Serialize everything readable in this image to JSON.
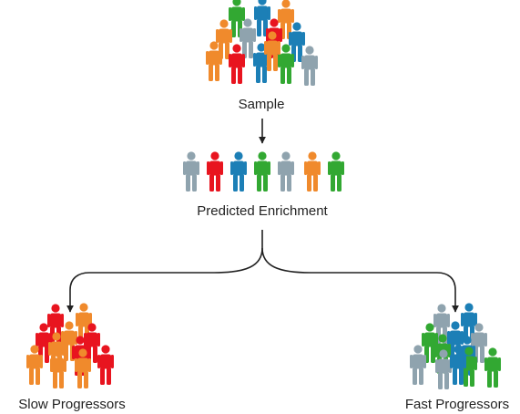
{
  "labels": {
    "sample": "Sample",
    "predicted_enrichment": "Predicted Enrichment",
    "slow_progressors": "Slow Progressors",
    "fast_progressors": "Fast Progressors"
  },
  "colors": {
    "red": "#e8141f",
    "orange": "#f08a2c",
    "blue": "#1c7fb6",
    "green": "#32a832",
    "gray": "#8fa3ae",
    "arrow": "#222222"
  },
  "groups": {
    "sample": [
      "green",
      "blue",
      "orange",
      "orange",
      "gray",
      "red",
      "blue",
      "orange",
      "red",
      "blue",
      "green",
      "gray",
      "orange"
    ],
    "predicted_enrichment": [
      "gray",
      "red",
      "blue",
      "green",
      "gray",
      "orange",
      "green"
    ],
    "slow_progressors": [
      "red",
      "orange",
      "red",
      "orange",
      "red",
      "orange",
      "red",
      "orange",
      "orange",
      "orange",
      "red"
    ],
    "fast_progressors": [
      "gray",
      "blue",
      "green",
      "blue",
      "gray",
      "green",
      "blue",
      "gray",
      "gray",
      "green",
      "blue",
      "green"
    ]
  }
}
